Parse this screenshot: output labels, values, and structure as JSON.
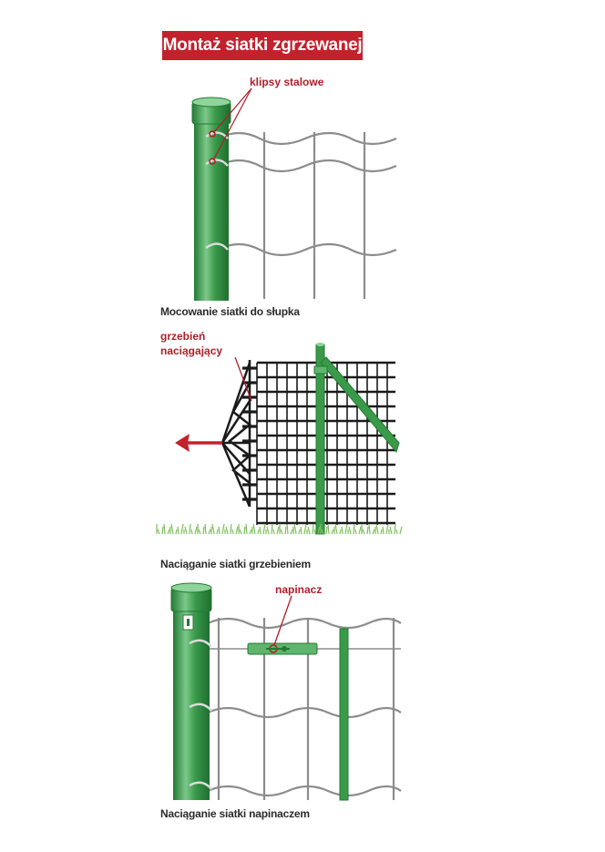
{
  "title": "Montaż siatki zgrzewanej",
  "panel1": {
    "callout": "klipsy stalowe",
    "caption": "Mocowanie siatki do słupka"
  },
  "panel2": {
    "callout_line1": "grzebień",
    "callout_line2": "naciągający",
    "caption": "Naciąganie siatki grzebieniem"
  },
  "panel3": {
    "callout": "napinacz",
    "caption": "Naciąganie siatki napinaczem"
  },
  "colors": {
    "title_bg": "#c3212b",
    "callout_text": "#b01e2a",
    "post_green": "#3a9a4a",
    "post_dark": "#237a34",
    "post_light": "#7cc98a",
    "mesh": "#8c8c8c",
    "grid_dark": "#1a1a1a",
    "arrow_red": "#c3212b",
    "grass": "#7cbf5a"
  }
}
